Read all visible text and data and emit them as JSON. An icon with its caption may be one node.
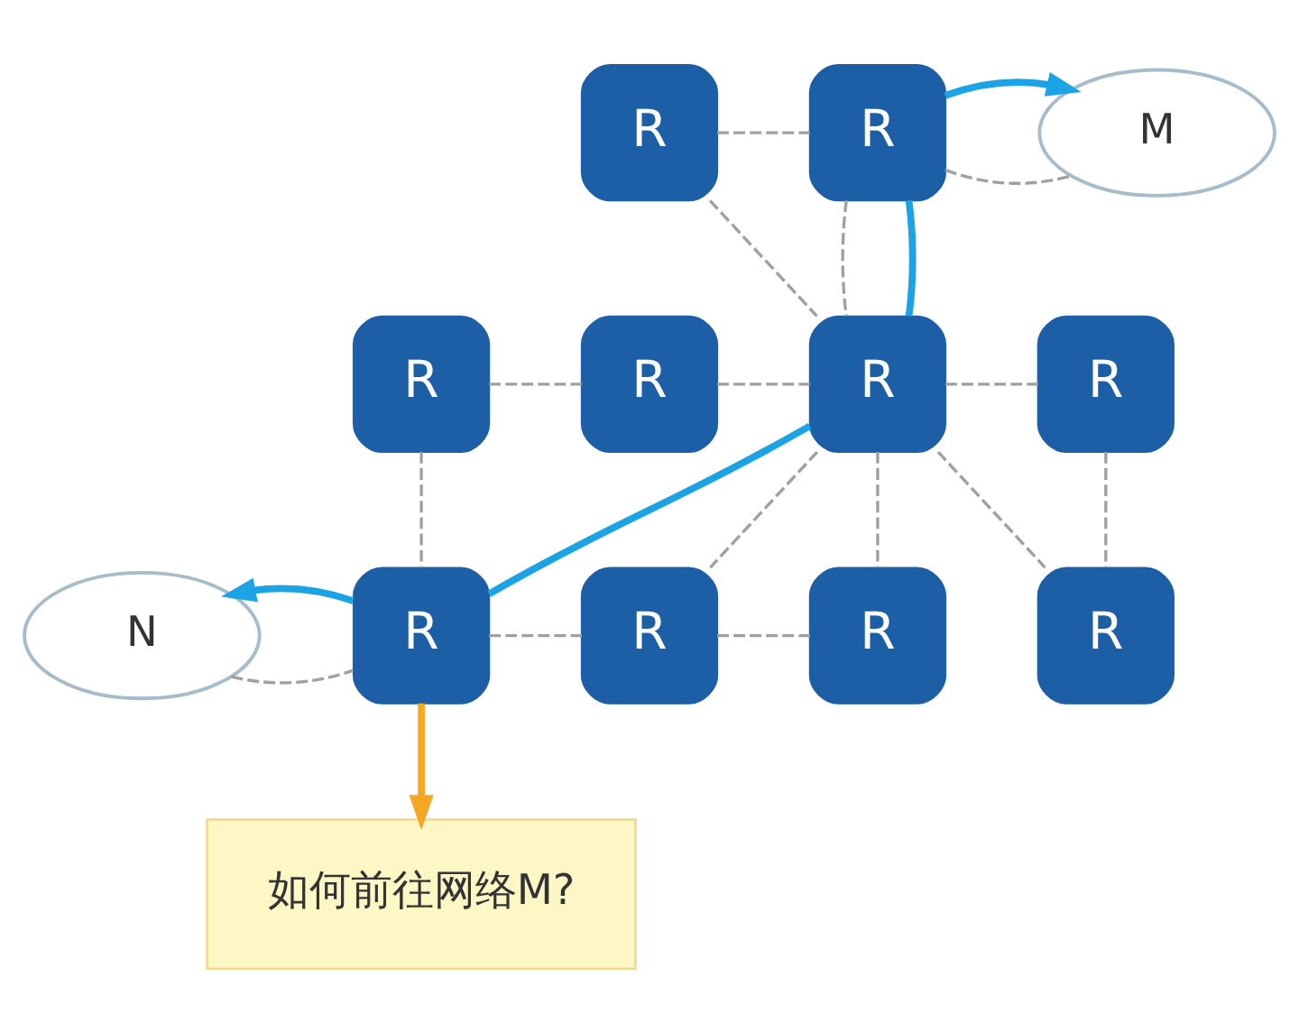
{
  "diagram": {
    "nodes": [
      {
        "text": [
          "R"
        ]
      },
      {
        "text": [
          "R"
        ]
      },
      {
        "text": [
          "M"
        ]
      },
      {
        "text": [
          "R"
        ]
      },
      {
        "text": [
          "R"
        ]
      },
      {
        "text": [
          "R"
        ]
      },
      {
        "text": [
          "R"
        ]
      },
      {
        "text": [
          "N"
        ]
      },
      {
        "text": [
          "R"
        ]
      },
      {
        "text": [
          "R"
        ]
      },
      {
        "text": [
          "R"
        ]
      },
      {
        "text": [
          "R"
        ]
      },
      {
        "text": [
          "如何前往网络M?"
        ]
      }
    ],
    "edges": [
      {
        "from": 0,
        "to": 1,
        "arrow": "none",
        "style": "dashed"
      },
      {
        "from": 1,
        "to": 2,
        "arrow": "none",
        "style": "dashed"
      },
      {
        "from": 0,
        "to": 5,
        "arrow": "none",
        "style": "dashed"
      },
      {
        "from": 1,
        "to": 5,
        "arrow": "none",
        "style": "dashed"
      },
      {
        "from": 3,
        "to": 4,
        "arrow": "none",
        "style": "dashed"
      },
      {
        "from": 4,
        "to": 5,
        "arrow": "none",
        "style": "dashed"
      },
      {
        "from": 5,
        "to": 6,
        "arrow": "none",
        "style": "dashed"
      },
      {
        "from": 3,
        "to": 8,
        "arrow": "none",
        "style": "dashed"
      },
      {
        "from": 5,
        "to": 10,
        "arrow": "none",
        "style": "dashed"
      },
      {
        "from": 5,
        "to": 9,
        "arrow": "none",
        "style": "dashed"
      },
      {
        "from": 5,
        "to": 11,
        "arrow": "none",
        "style": "dashed"
      },
      {
        "from": 6,
        "to": 11,
        "arrow": "none",
        "style": "dashed"
      },
      {
        "from": 7,
        "to": 8,
        "arrow": "none",
        "style": "dashed"
      },
      {
        "from": 8,
        "to": 9,
        "arrow": "none",
        "style": "dashed"
      },
      {
        "from": 9,
        "to": 10,
        "arrow": "none",
        "style": "dashed"
      },
      {
        "from": 1,
        "to": 2,
        "arrow": "to",
        "style": "thick",
        "color": "#1ba3e6"
      },
      {
        "from": 1,
        "to": 5,
        "arrow": "none",
        "style": "thick",
        "color": "#1ba3e6"
      },
      {
        "from": 5,
        "to": 8,
        "arrow": "none",
        "style": "thick",
        "color": "#1ba3e6"
      },
      {
        "from": 8,
        "to": 7,
        "arrow": "to",
        "style": "thick",
        "color": "#1ba3e6"
      },
      {
        "from": 8,
        "to": 12,
        "arrow": "to",
        "style": "thick",
        "color": "#f5a623"
      }
    ]
  }
}
